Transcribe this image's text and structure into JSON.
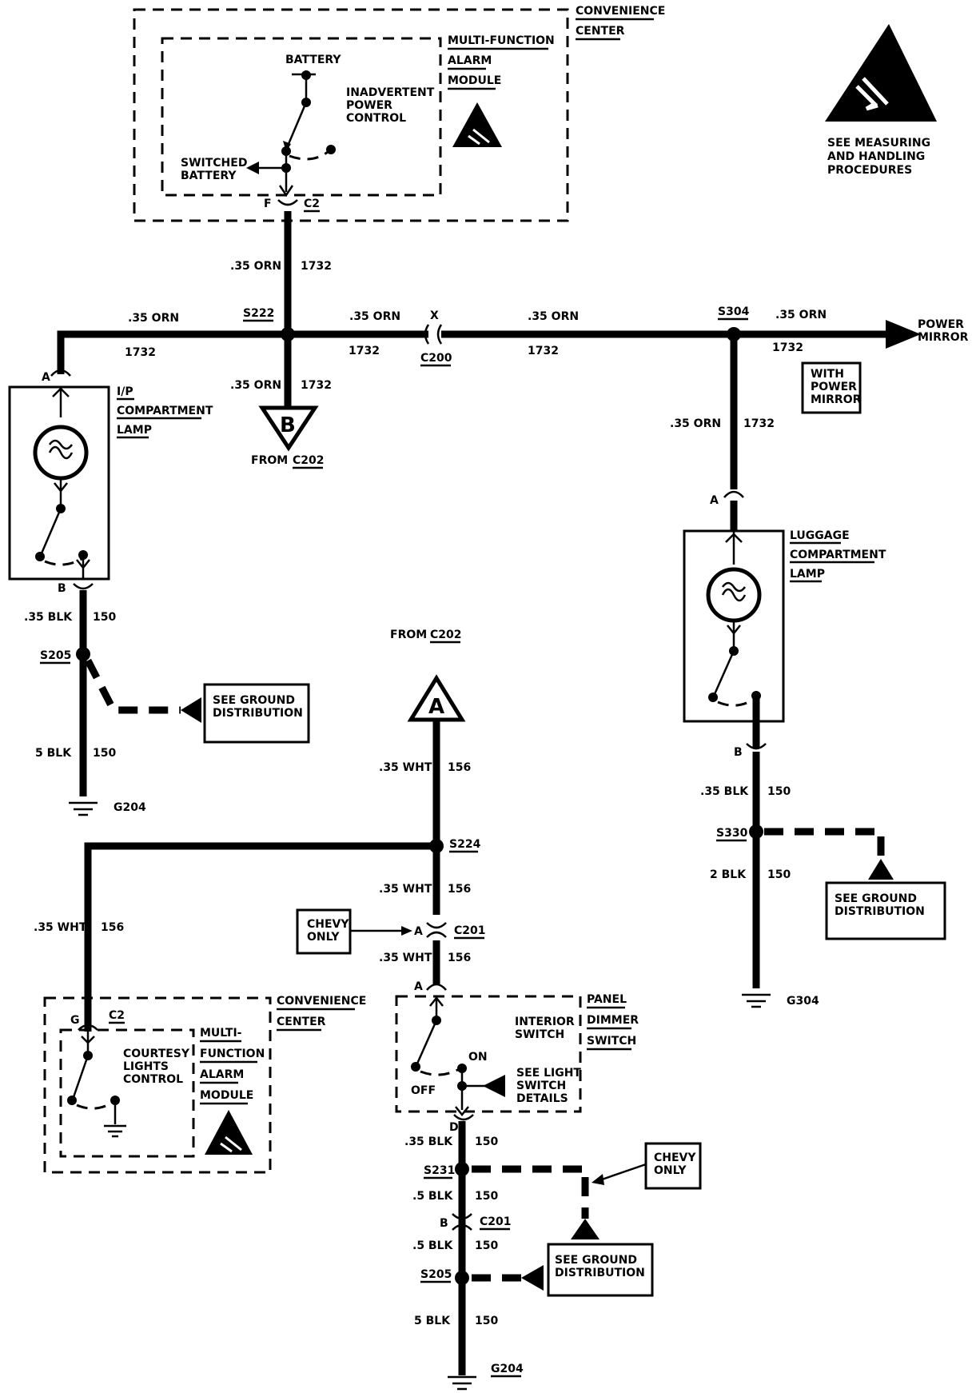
{
  "esd_note": {
    "line1": "SEE MEASURING",
    "line2": "AND HANDLING",
    "line3": "PROCEDURES"
  },
  "top_module": {
    "outer_l1": "CONVENIENCE",
    "outer_l2": "CENTER",
    "inner_l1": "MULTI-FUNCTION",
    "inner_l2": "ALARM",
    "inner_l3": "MODULE",
    "battery": "BATTERY",
    "ipc_l1": "INADVERTENT",
    "ipc_l2": "POWER",
    "ipc_l3": "CONTROL",
    "sw_l1": "SWITCHED",
    "sw_l2": "BATTERY",
    "pin": "F",
    "conn": "C2"
  },
  "wires": {
    "orn": ".35 ORN",
    "c1732": "1732",
    "blk035": ".35 BLK",
    "blk5": "5 BLK",
    "blk2": "2 BLK",
    "blk05": ".5 BLK",
    "c150": "150",
    "wht": ".35 WHT",
    "c156": "156"
  },
  "splices": {
    "s222": "S222",
    "s304": "S304",
    "s205": "S205",
    "s224": "S224",
    "s330": "S330",
    "s231": "S231"
  },
  "connectors": {
    "x": "X",
    "c200": "C200",
    "c201": "C201",
    "c2": "C2",
    "pin_a": "A",
    "pin_b": "B",
    "pin_g": "G",
    "pin_d": "D"
  },
  "refs": {
    "b": "B",
    "a": "A",
    "from": "FROM",
    "c202": "C202"
  },
  "ip_lamp": {
    "l1": "I/P",
    "l2": "COMPARTMENT",
    "l3": "LAMP"
  },
  "luggage_lamp": {
    "l1": "LUGGAGE",
    "l2": "COMPARTMENT",
    "l3": "LAMP"
  },
  "power_mirror": {
    "l1": "POWER",
    "l2": "MIRROR"
  },
  "with_pm": {
    "l1": "WITH",
    "l2": "POWER",
    "l3": "MIRROR"
  },
  "ground_dist": {
    "l1": "SEE GROUND",
    "l2": "DISTRIBUTION"
  },
  "grounds": {
    "g204": "G204",
    "g304": "G304"
  },
  "chevy": {
    "l1": "CHEVY",
    "l2": "ONLY"
  },
  "bottom_module": {
    "outer_l1": "CONVENIENCE",
    "outer_l2": "CENTER",
    "inner_l1": "MULTI-",
    "inner_l2": "FUNCTION",
    "inner_l3": "ALARM",
    "inner_l4": "MODULE",
    "ctl_l1": "COURTESY",
    "ctl_l2": "LIGHTS",
    "ctl_l3": "CONTROL"
  },
  "panel_switch": {
    "l1": "PANEL",
    "l2": "DIMMER",
    "l3": "SWITCH",
    "int_l1": "INTERIOR",
    "int_l2": "SWITCH",
    "on": "ON",
    "off": "OFF",
    "see_l1": "SEE LIGHT",
    "see_l2": "SWITCH",
    "see_l3": "DETAILS"
  }
}
